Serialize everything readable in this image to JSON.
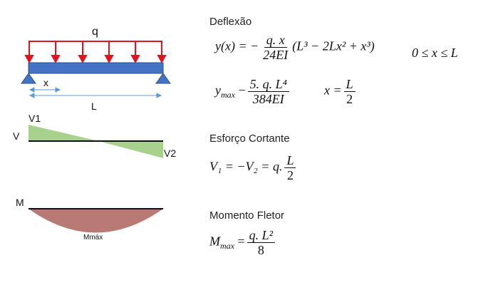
{
  "beam": {
    "load_label": "q",
    "x_label": "x",
    "length_label": "L"
  },
  "shear_diagram": {
    "axis_label": "V",
    "v1_label": "V1",
    "v2_label": "V2"
  },
  "moment_diagram": {
    "axis_label": "M",
    "max_label": "Mmáx"
  },
  "deflection": {
    "heading": "Deflexão",
    "eq_lhs": "y(x) = −",
    "eq_num": "q. x",
    "eq_den": "24EI",
    "eq_rhs": "(L³ − 2Lx² + x³)",
    "domain": "0 ≤ x ≤ L",
    "ymax_lhs": "y",
    "ymax_sub": "max",
    "ymax_op": "−",
    "ymax_num": "5. q. L⁴",
    "ymax_den": "384EI",
    "xpos_lhs": "x =",
    "xpos_num": "L",
    "xpos_den": "2"
  },
  "shear": {
    "heading": "Esforço Cortante",
    "eq_lhs": "V₁ = −V₂ = q.",
    "eq_num": "L",
    "eq_den": "2"
  },
  "moment": {
    "heading": "Momento Fletor",
    "eq_lhs_var": "M",
    "eq_lhs_sub": "max",
    "eq_op": "=",
    "eq_num": "q. L²",
    "eq_den": "8"
  },
  "colors": {
    "load_arrow": "#e0141e",
    "beam_fill": "#4472c4",
    "beam_stroke": "#2f528f",
    "dimension": "#5b9bd5",
    "shear_fill": "#a9d18e",
    "moment_fill": "#b97a76"
  }
}
